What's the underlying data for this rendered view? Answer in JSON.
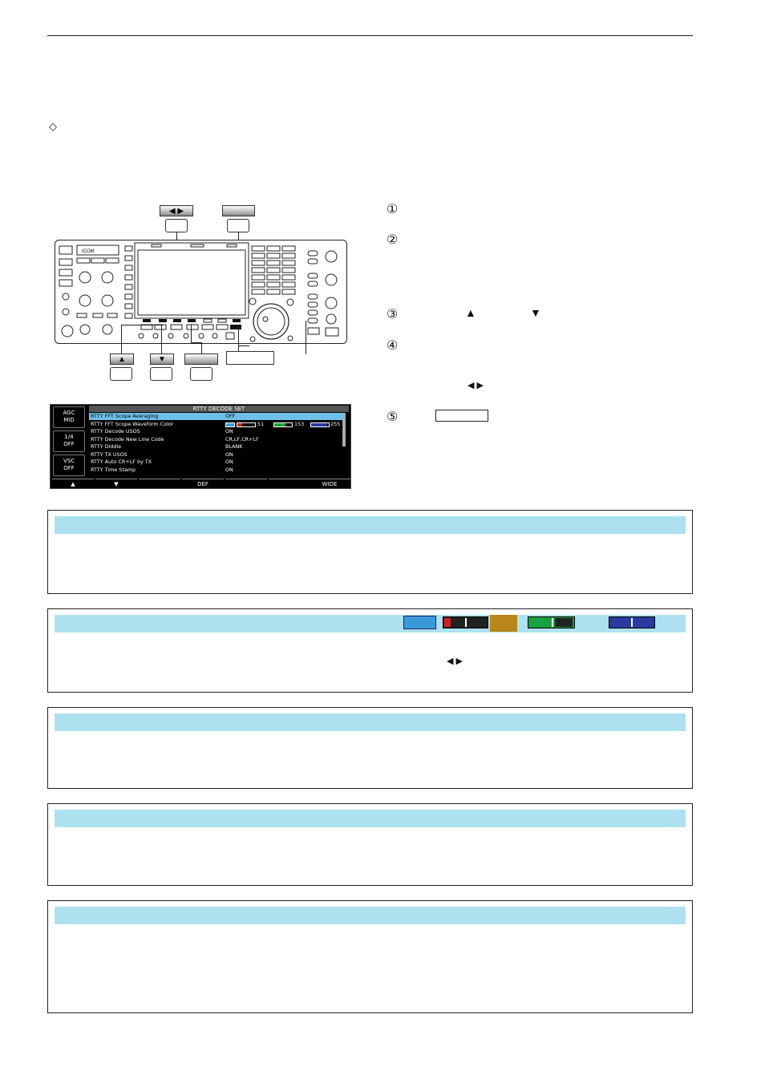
{
  "lcd": {
    "title": "RTTY DECODE SET",
    "side_buttons": [
      {
        "line1": "AGC",
        "line2": "MID"
      },
      {
        "line1": "1/4",
        "line2": "OFF"
      },
      {
        "line1": "VSC",
        "line2": "OFF"
      }
    ],
    "rows": [
      {
        "name": "RTTY FFT Scope Averaging",
        "value": "OFF"
      },
      {
        "name": "RTTY FFT Scope Waveform Color",
        "value": ""
      },
      {
        "name": "RTTY Decode USOS",
        "value": "ON"
      },
      {
        "name": "RTTY Decode New Line Code",
        "value": "CR,LF,CR+LF"
      },
      {
        "name": "RTTY Diddle",
        "value": "BLANK"
      },
      {
        "name": "RTTY TX USOS",
        "value": "ON"
      },
      {
        "name": "RTTY Auto CR+LF by TX",
        "value": "ON"
      },
      {
        "name": "RTTY Time Stamp",
        "value": "ON"
      }
    ],
    "waveform_color_values": {
      "r": "51",
      "g": "153",
      "b": "255"
    },
    "function_keys": [
      "▲",
      "▼",
      "",
      "DEF",
      "",
      "",
      "WIDE"
    ]
  },
  "diagram": {
    "arrow_lr_label": "◀ ▶",
    "up_label": "▲",
    "down_label": "▼",
    "brand": "ICOM"
  },
  "steps": [
    "①",
    "②",
    "③",
    "④",
    "⑤"
  ],
  "step_symbols": {
    "up": "▲",
    "down": "▼",
    "lr": "◀ ▶"
  },
  "colors": {
    "header_bg": "#aee1ef",
    "swatch_blue": "#3a9ad9",
    "swatch_gold": "#b8861a",
    "bar_red": "#d42020",
    "bar_green": "#1aa040",
    "bar_blue": "#2a3aa0"
  },
  "box2_symbol": "◀ ▶"
}
